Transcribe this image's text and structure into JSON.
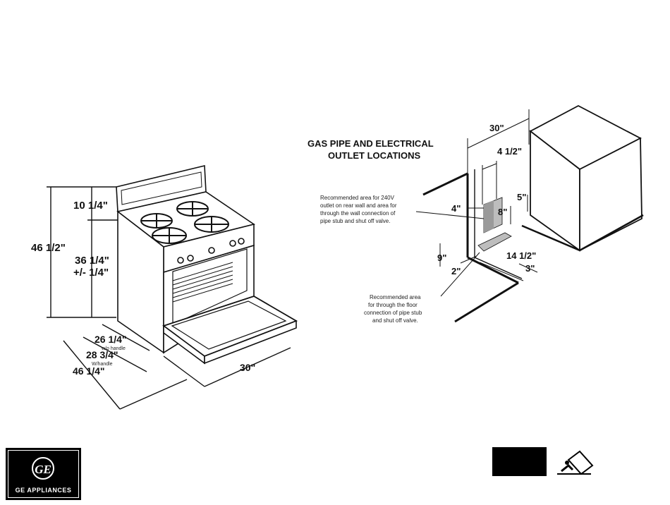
{
  "range_dims": {
    "height_total": "46 1/2\"",
    "backguard": "10 1/4\"",
    "counter_height": "36 1/4\"",
    "counter_tolerance": "+/- 1/4\"",
    "depth_no_handle": "26 1/4\"",
    "depth_no_handle_note": "w/o handle",
    "depth_with_handle": "28 3/4\"",
    "depth_with_handle_note": "W/handle",
    "depth_door_open": "46 1/4\"",
    "width": "30\""
  },
  "outlet_diagram": {
    "title_line1": "GAS PIPE AND ELECTRICAL",
    "title_line2": "OUTLET LOCATIONS",
    "width": "30\"",
    "offset_4_half": "4 1/2\"",
    "dim_5": "5\"",
    "dim_8": "8\"",
    "dim_4": "4\"",
    "dim_9": "9\"",
    "dim_2": "2\"",
    "dim_14_half": "14 1/2\"",
    "dim_3": "3\"",
    "note_wall": [
      "Recommended area for 240V",
      "outlet on rear wall and area for",
      "through the wall connection of",
      "pipe stub and shut off valve."
    ],
    "note_floor": [
      "Recommended area",
      "for through the floor",
      "connection of pipe stub",
      "and shut off valve."
    ]
  },
  "logo": {
    "monogram": "GE",
    "text": "GE APPLIANCES"
  },
  "icons": {
    "logo": "ge-monogram-icon",
    "tip": "anti-tip-warning-icon"
  }
}
